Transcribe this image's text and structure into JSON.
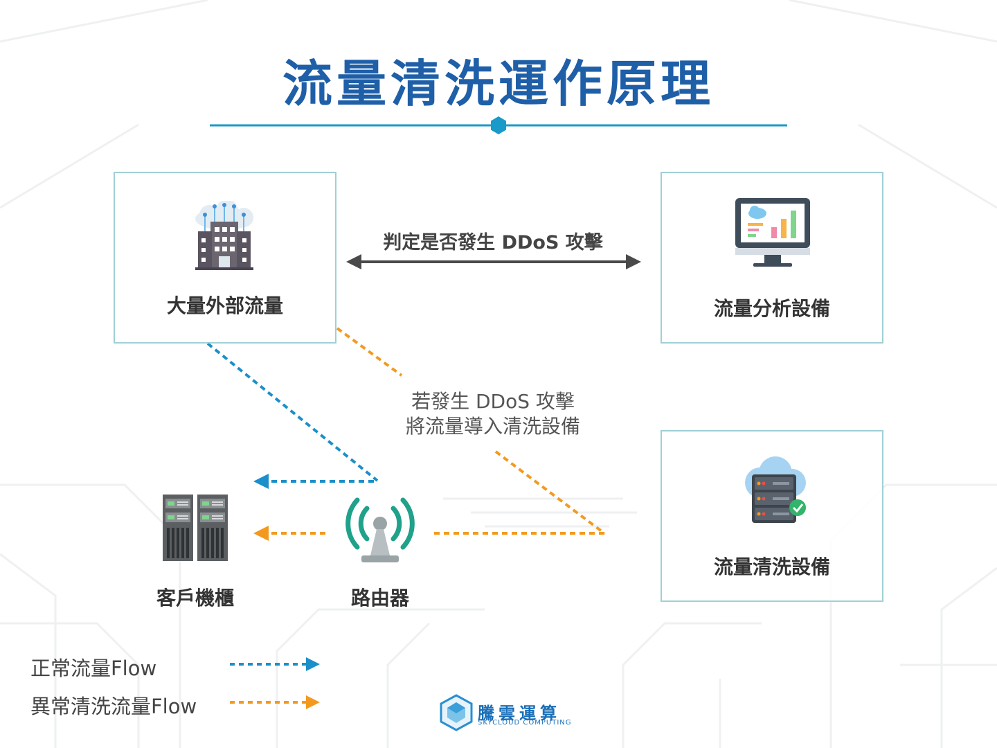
{
  "title": "流量清洗運作原理",
  "nodes": {
    "external": {
      "label": "大量外部流量",
      "icon": "building-cloud-icon"
    },
    "analyzer": {
      "label": "流量分析設備",
      "icon": "monitor-chart-icon"
    },
    "scrubber": {
      "label": "流量清洗設備",
      "icon": "cloud-server-check-icon"
    },
    "rack": {
      "label": "客戶機櫃",
      "icon": "server-rack-icon"
    },
    "router": {
      "label": "路由器",
      "icon": "router-antenna-icon"
    }
  },
  "arrow_label": "判定是否發生 DDoS 攻擊",
  "note": {
    "line1": "若發生 DDoS 攻擊",
    "line2": "將流量導入清洗設備"
  },
  "legend": {
    "normal": {
      "label": "正常流量Flow",
      "color": "#1a8fc9"
    },
    "scrub": {
      "label": "異常清洗流量Flow",
      "color": "#f39a1e"
    }
  },
  "logo": {
    "name": "騰雲運算",
    "tagline": "SKYCLOUD COMPUTING"
  },
  "colors": {
    "title": "#1f5fa8",
    "box_border": "#9fd0d6",
    "rule": "#1a9ac9",
    "arrow": "#4a4a4a"
  }
}
